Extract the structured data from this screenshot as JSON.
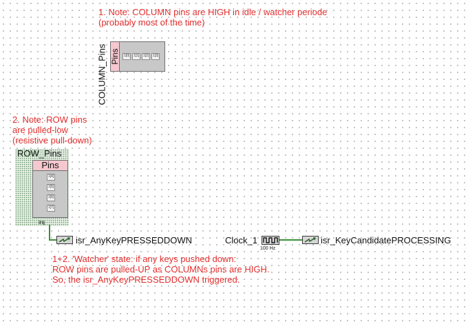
{
  "notes": {
    "column_note": [
      "1. Note: COLUMN pins are HIGH in idle / watcher periode",
      "(probably most of the time)"
    ],
    "row_note": [
      "2. Note: ROW pins",
      "are pulled-low",
      "(resistive pull-down)"
    ],
    "watcher_note": [
      "1+2. 'Watcher' state: if any keys pushed down:",
      "ROW pins are pulled-UP as COLUMNs pins are HIGH.",
      "So, the isr_AnyKeyPRESSEDDOWN triggered."
    ]
  },
  "column_component": {
    "name": "COLUMN_Pins",
    "header": "Pins",
    "pins": [
      "1[0]",
      "1[1]",
      "1[2]",
      "1[3]"
    ]
  },
  "row_component": {
    "name": "ROW_Pins",
    "header": "Pins",
    "pins": [
      "1[4]",
      "1[5]",
      "1[6]",
      "1[7]"
    ],
    "irq_label": "irq"
  },
  "isr_any_key": {
    "name": "isr_AnyKeyPRESSEDDOWN",
    "icon": "interrupt-icon"
  },
  "clock": {
    "name": "Clock_1",
    "frequency": "100 Hz",
    "icon": "clock-waveform-icon"
  },
  "isr_key_candidate": {
    "name": "isr_KeyCandidatePROCESSING",
    "icon": "interrupt-icon"
  },
  "colors": {
    "note_text": "#e3302f",
    "wire": "#3a8f3a",
    "component_header": "#f5c7cf",
    "component_body": "#c8c8c8",
    "row_selection_fill": "#e4efe4"
  }
}
